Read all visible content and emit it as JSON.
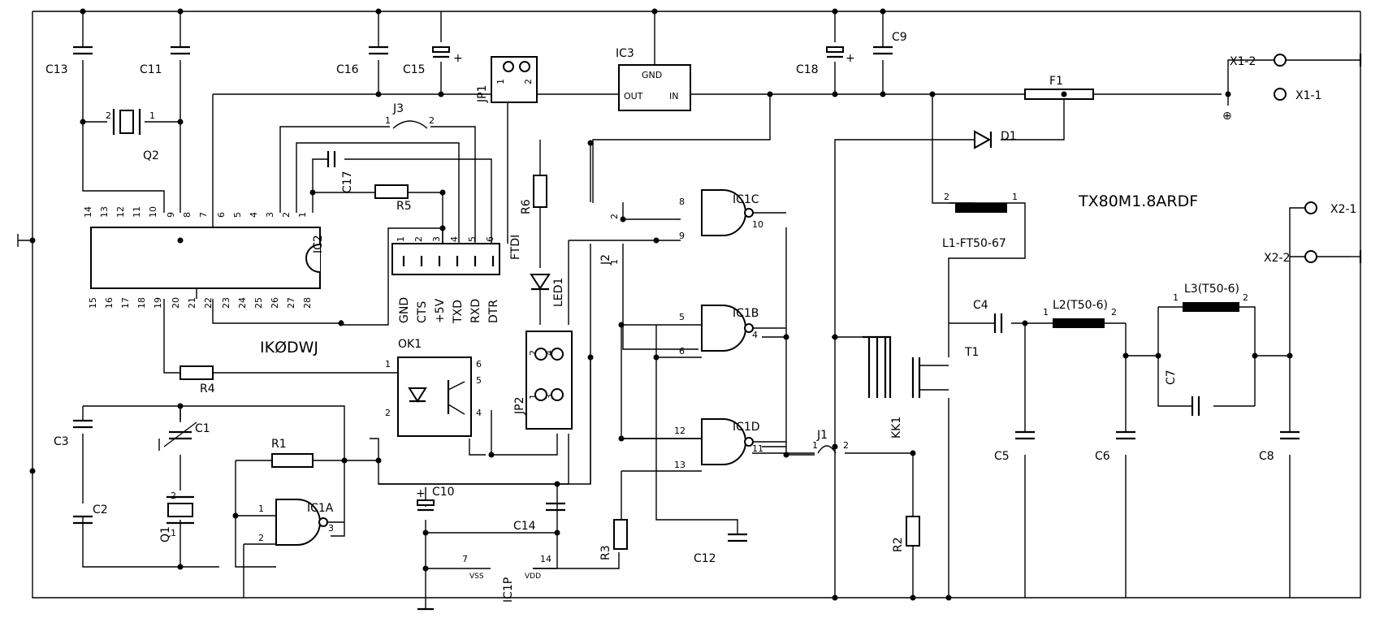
{
  "title": "TX80M1.8ARDF",
  "author": "IKØDWJ",
  "terminals": [
    "X1-2",
    "X1-1",
    "X2-1",
    "X2-2"
  ],
  "capacitors": [
    "C1",
    "C2",
    "C3",
    "C4",
    "C5",
    "C6",
    "C7",
    "C8",
    "C9",
    "C10",
    "C11",
    "C12",
    "C13",
    "C14",
    "C15",
    "C16",
    "C17",
    "C18"
  ],
  "resistors": [
    "R1",
    "R2",
    "R3",
    "R4",
    "R5",
    "R6"
  ],
  "crystals": [
    "Q1",
    "Q2"
  ],
  "ics": {
    "ic1a": "IC1A",
    "ic1b": "IC1B",
    "ic1c": "IC1C",
    "ic1d": "IC1D",
    "ic1p": "IC1P",
    "ic2": "IC2",
    "ic3": "IC3",
    "ic3_pins": [
      "GND",
      "OUT",
      "IN"
    ],
    "ok1": "OK1"
  },
  "inductors": {
    "l1": "L1-FT50-67",
    "l2": "L2(T50-6)",
    "l3": "L3(T50-6)"
  },
  "misc": {
    "d1": "D1",
    "f1": "F1",
    "t1": "T1",
    "kk1": "KK1",
    "led1": "LED1",
    "plus": "⊕"
  },
  "jumpers": [
    "J1",
    "J2",
    "J3",
    "JP1",
    "JP2"
  ],
  "ftdi": {
    "name": "FTDI",
    "signals": [
      "GND",
      "CTS",
      "+5V",
      "TXD",
      "RXD",
      "DTR"
    ]
  },
  "ic2_pins_top": [
    "14",
    "13",
    "12",
    "11",
    "10",
    "9",
    "8",
    "7",
    "6",
    "5",
    "4",
    "3",
    "2",
    "1"
  ],
  "ic2_pins_bottom": [
    "15",
    "16",
    "17",
    "18",
    "19",
    "20",
    "21",
    "22",
    "23",
    "24",
    "25",
    "26",
    "27",
    "28"
  ],
  "supply_pins": {
    "vss_num": "7",
    "vss": "VSS",
    "vdd_num": "14",
    "vdd": "VDD"
  },
  "pin_labels": {
    "one": "1",
    "two": "2",
    "three": "3",
    "four": "4",
    "five": "5",
    "six": "6",
    "eight": "8",
    "nine": "9",
    "ten": "10",
    "eleven": "11",
    "twelve": "12",
    "thirteen": "13"
  },
  "polarity": "+"
}
